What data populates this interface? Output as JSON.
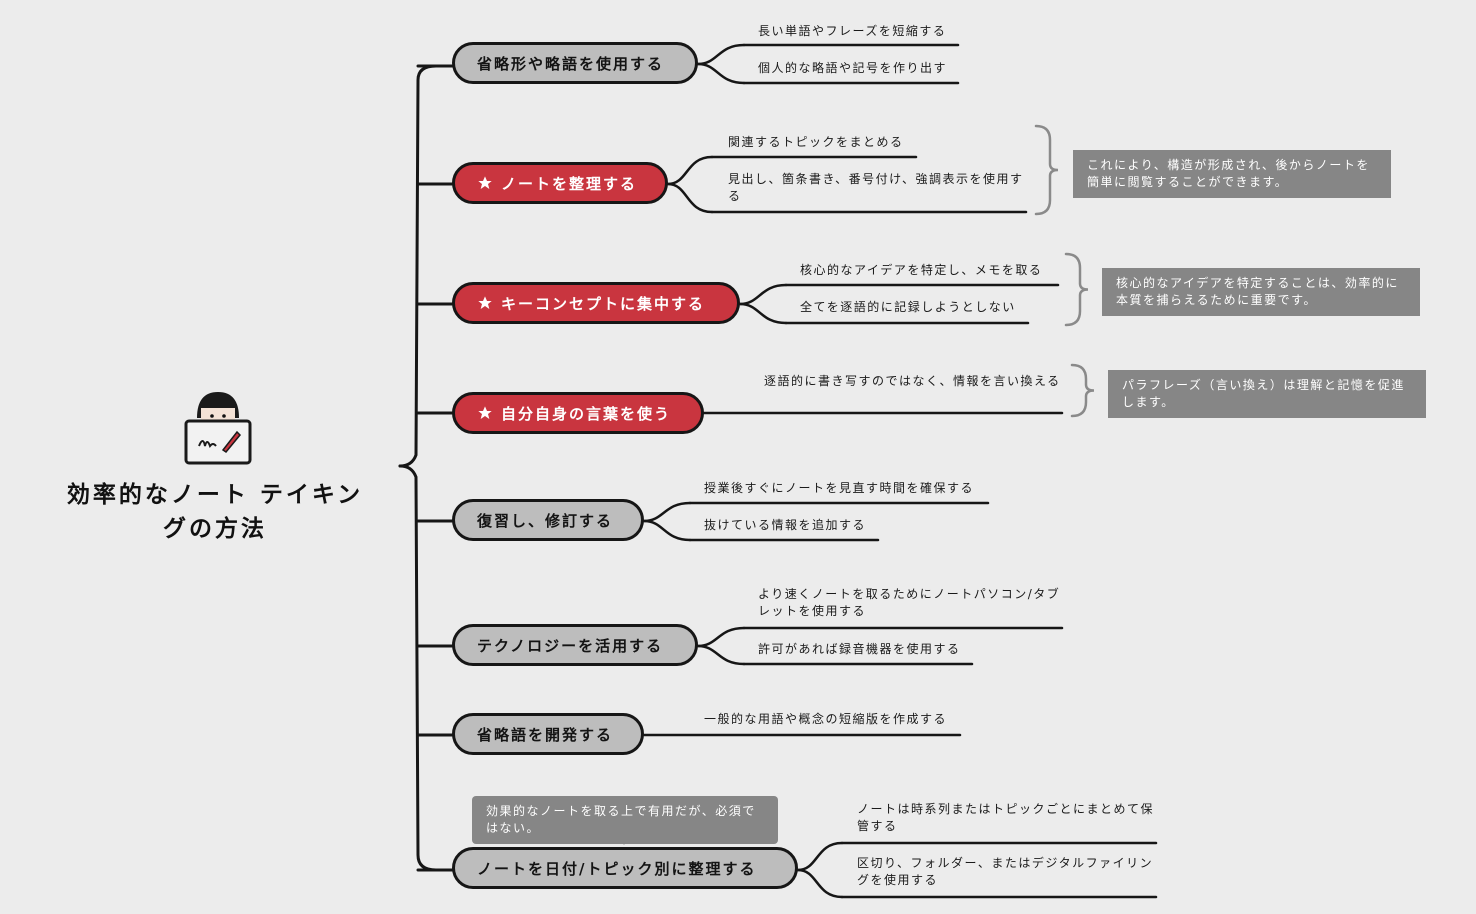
{
  "root": {
    "title": "効率的なノート テイキングの方法"
  },
  "branches": [
    {
      "label": "省略形や略語を使用する",
      "style": "gray",
      "starred": false,
      "leaves": [
        "長い単語やフレーズを短縮する",
        "個人的な略語や記号を作り出す"
      ]
    },
    {
      "label": "ノートを整理する",
      "style": "red",
      "starred": true,
      "leaves": [
        "関連するトピックをまとめる",
        "見出し、箇条書き、番号付け、強調表示を使用する"
      ],
      "note": "これにより、構造が形成され、後からノートを簡単に閲覧することができます。"
    },
    {
      "label": "キーコンセプトに集中する",
      "style": "red",
      "starred": true,
      "leaves": [
        "核心的なアイデアを特定し、メモを取る",
        "全てを逐語的に記録しようとしない"
      ],
      "note": "核心的なアイデアを特定することは、効率的に本質を捕らえるために重要です。"
    },
    {
      "label": "自分自身の言葉を使う",
      "style": "red",
      "starred": true,
      "leaves": [
        "逐語的に書き写すのではなく、情報を言い換える"
      ],
      "note": "パラフレーズ（言い換え）は理解と記憶を促進します。"
    },
    {
      "label": "復習し、修訂する",
      "style": "gray",
      "starred": false,
      "leaves": [
        "授業後すぐにノートを見直す時間を確保する",
        "抜けている情報を追加する"
      ]
    },
    {
      "label": "テクノロジーを活用する",
      "style": "gray",
      "starred": false,
      "leaves": [
        "より速くノートを取るためにノートパソコン/タブレットを使用する",
        "許可があれば録音機器を使用する"
      ]
    },
    {
      "label": "省略語を開発する",
      "style": "gray",
      "starred": false,
      "leaves": [
        "一般的な用語や概念の短縮版を作成する"
      ]
    },
    {
      "label": "ノートを日付/トピック別に整理する",
      "style": "gray",
      "starred": false,
      "leaves": [
        "ノートは時系列またはトピックごとにまとめて保管する",
        "区切り、フォルダー、またはデジタルファイリングを使用する"
      ],
      "note": "効果的なノートを取る上で有用だが、必須ではない。"
    }
  ],
  "colors": {
    "accent_red": "#c9353f",
    "node_gray": "#bdbdbd",
    "note_gray": "#868686",
    "background": "#ececec"
  }
}
